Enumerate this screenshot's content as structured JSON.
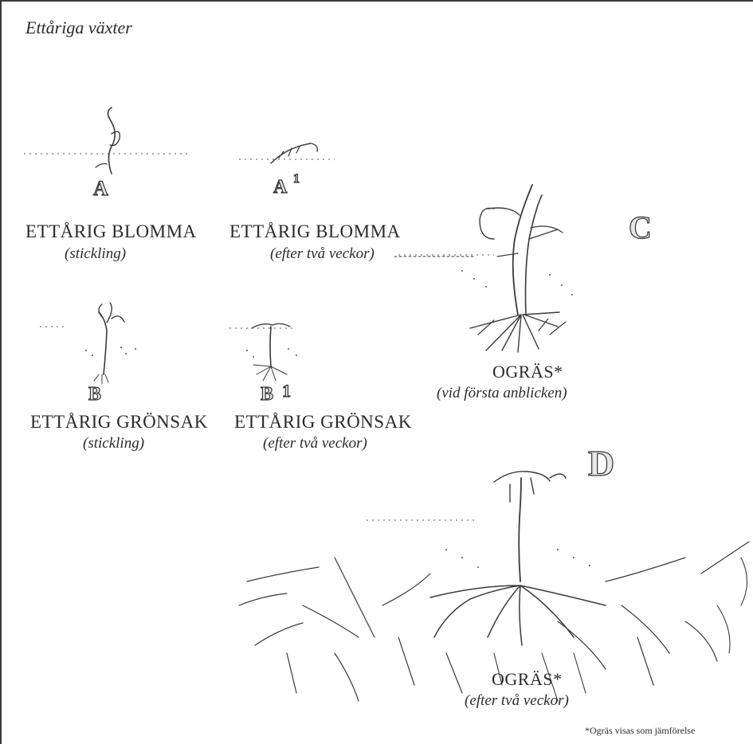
{
  "title": "Ettåriga växter",
  "plants": {
    "a": {
      "letter": "A",
      "name": "ETTÅRIG BLOMMA",
      "note": "(stickling)"
    },
    "a1": {
      "letter": "A",
      "sup": "1",
      "name": "ETTÅRIG BLOMMA",
      "note": "(efter två veckor)"
    },
    "b": {
      "letter": "B",
      "name": "ETTÅRIG GRÖNSAK",
      "note": "(stickling)"
    },
    "b1": {
      "letter": "B",
      "sup": "1",
      "name": "ETTÅRIG GRÖNSAK",
      "note": "(efter två veckor)"
    },
    "c": {
      "letter": "C",
      "name": "OGRÄS*",
      "note": "(vid första anblicken)"
    },
    "d": {
      "letter": "D",
      "name": "OGRÄS*",
      "note": "(efter två veckor)"
    }
  },
  "footnote": "*Ogräs visas som jämförelse"
}
